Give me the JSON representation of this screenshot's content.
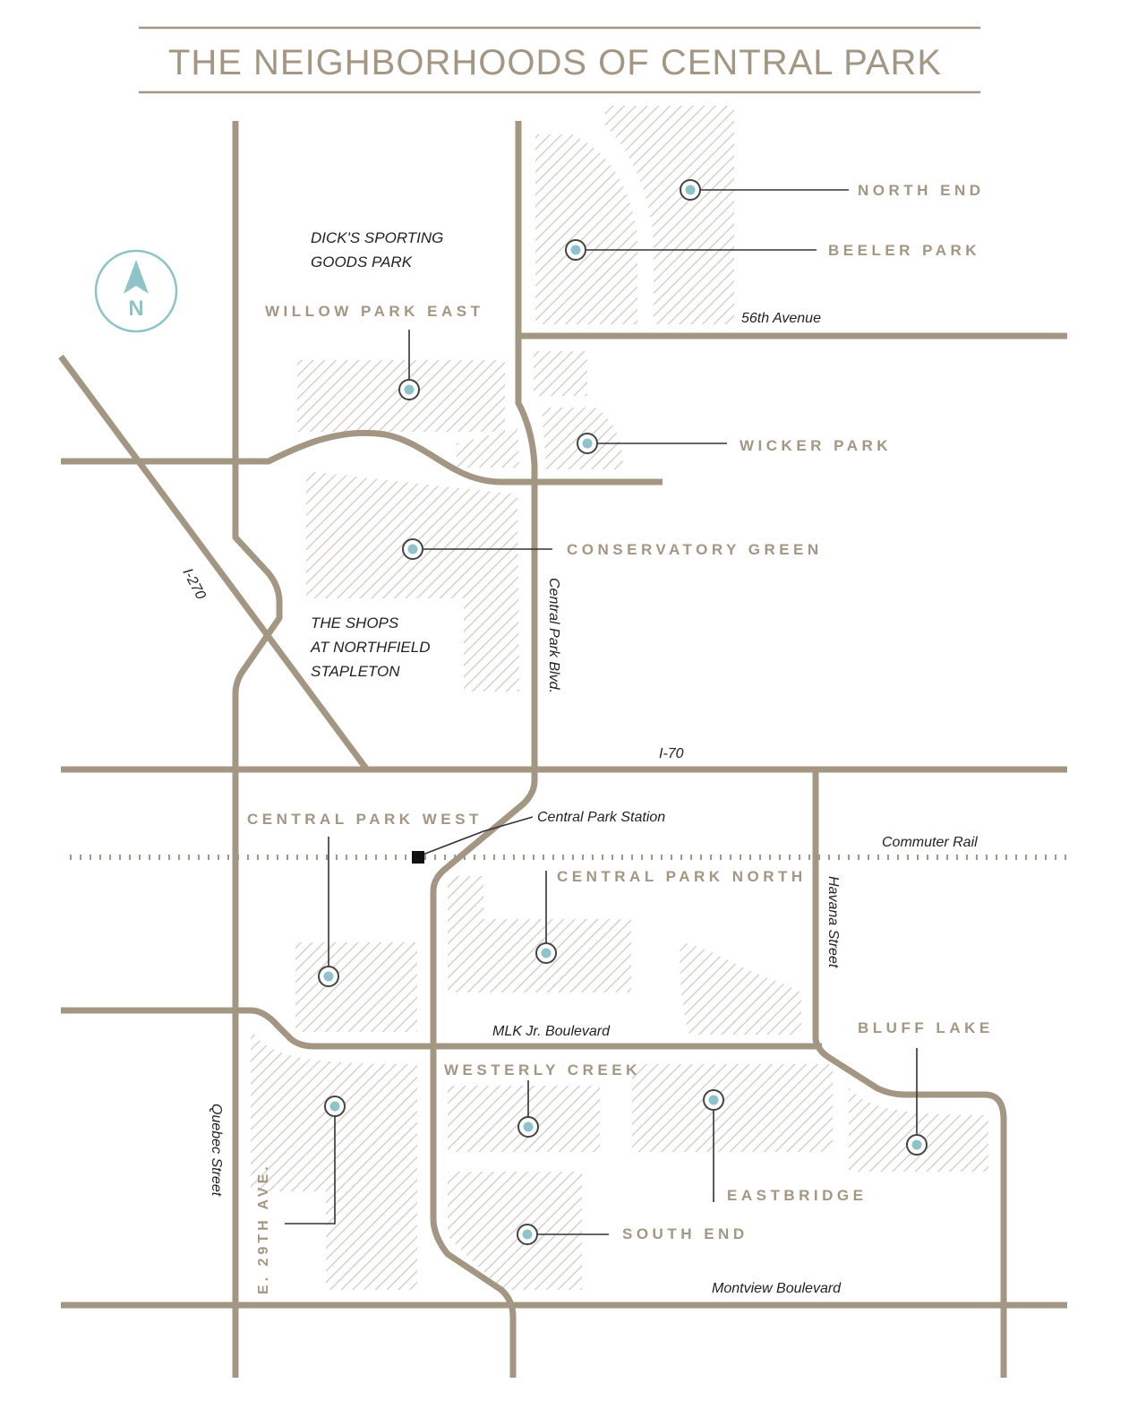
{
  "title": "THE NEIGHBORHOODS OF CENTRAL PARK",
  "compass": {
    "letter": "N",
    "icon": "north-arrow-icon"
  },
  "colors": {
    "road": "#a39784",
    "hatch": "#d6d2cb",
    "marker_ring": "#444444",
    "marker_dot": "#8ec3c9",
    "label_neighborhood": "#a39784",
    "label_place": "#222222"
  },
  "neighborhoods": {
    "north_end": "NORTH END",
    "beeler_park": "BEELER PARK",
    "willow_park_east": "WILLOW PARK EAST",
    "wicker_park": "WICKER PARK",
    "conservatory_green": "CONSERVATORY GREEN",
    "central_park_west": "CENTRAL PARK WEST",
    "central_park_north": "CENTRAL PARK NORTH",
    "westerly_creek": "WESTERLY CREEK",
    "bluff_lake": "BLUFF LAKE",
    "eastbridge": "EASTBRIDGE",
    "south_end": "SOUTH END"
  },
  "places": {
    "dicks_line1": "DICK'S SPORTING",
    "dicks_line2": "GOODS PARK",
    "shops_line1": "THE SHOPS",
    "shops_line2": "AT NORTHFIELD",
    "shops_line3": "STAPLETON",
    "station": "Central Park Station"
  },
  "roads": {
    "ave_56th": "56th Avenue",
    "i270": "I-270",
    "central_park_blvd": "Central Park Blvd.",
    "i70": "I-70",
    "commuter_rail": "Commuter Rail",
    "havana": "Havana Street",
    "mlk": "MLK Jr. Boulevard",
    "quebec": "Quebec Street",
    "e29th": "E. 29TH AVE.",
    "montview": "Montview Boulevard"
  }
}
